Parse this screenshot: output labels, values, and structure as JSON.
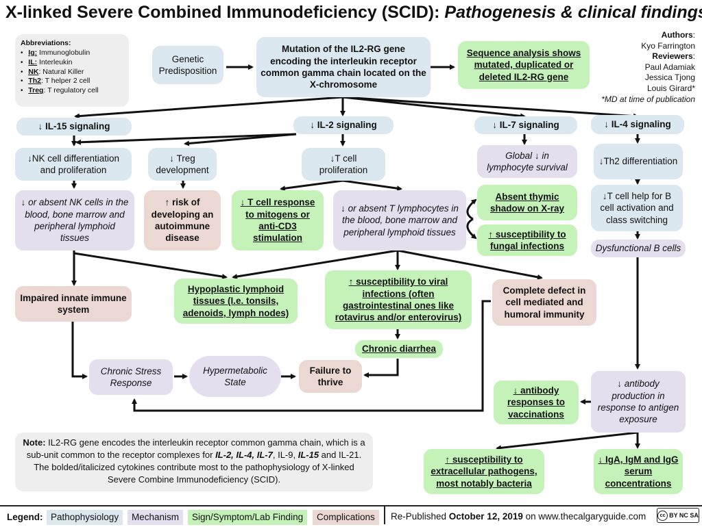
{
  "header": {
    "title_main": "X-linked Severe Combined Immunodeficiency (SCID): ",
    "title_italic": "Pathogenesis & clinical findings"
  },
  "abbreviations": {
    "heading": "Abbreviations:",
    "items": [
      {
        "abbr": "Ig:",
        "text": " Immunoglobulin"
      },
      {
        "abbr": "IL:",
        "text": " Interleukin"
      },
      {
        "abbr": "NK",
        "text": ": Natural Killer"
      },
      {
        "abbr": "Th2",
        "text": ": T helper 2 cell"
      },
      {
        "abbr": "Treg",
        "text": ": T regulatory cell"
      }
    ]
  },
  "authors": {
    "authors_label": "Authors",
    "author": "Kyo Farrington",
    "reviewers_label": "Reviewers",
    "reviewers": [
      "Paul Adamiak",
      "Jessica Tjong",
      "Louis Girard*"
    ],
    "footnote": "*MD at time of publication"
  },
  "nodes": {
    "genetic": "Genetic Predisposition",
    "mutation": "Mutation of the IL2-RG gene encoding the interleukin receptor common gamma chain located on the X-chromosome",
    "sequence": "Sequence analysis shows mutated, duplicated or deleted IL2-RG gene",
    "il15": "↓ IL-15 signaling",
    "il2": "↓ IL-2 signaling",
    "il7": "↓ IL-7 signaling",
    "il4": "↓ IL-4 signaling",
    "nk_diff": "↓NK cell differentiation and proliferation",
    "treg_dev": "↓ Treg development",
    "tcell_prolif": "↓T cell proliferation",
    "global_surv": "Global ↓ in lymphocyte survival",
    "th2_diff": "↓Th2 differentiation",
    "nk_absent": "↓ or absent NK cells in the blood, bone marrow and peripheral lymphoid tissues",
    "autoimmune": "↑ risk of developing an autoimmune disease",
    "tcell_response": "↓ T cell response to mitogens or anti-CD3 stimulation",
    "t_absent": "↓ or absent T lymphocytes in the blood, bone marrow and peripheral lymphoid tissues",
    "thymic": "Absent thymic shadow on X-ray",
    "fungal": "↑ susceptibility to fungal infections",
    "tcell_help": "↓T cell help for B cell activation and class switching",
    "dysfunctional_b": "Dysfunctional B cells",
    "innate": "Impaired innate immune system",
    "hypoplastic": "Hypoplastic lymphoid tissues (I.e. tonsils, adenoids, lymph nodes)",
    "viral": "↑ susceptibility to viral infections (often gastrointestinal ones like rotavirus and/or enterovirus)",
    "complete_defect": "Complete defect in cell mediated and humoral immunity",
    "diarrhea": "Chronic diarrhea",
    "stress": "Chronic Stress Response",
    "hypermetabolic": "Hypermetabolic State",
    "ftt": "Failure to thrive",
    "antibody_resp": "↓ antibody responses to vaccinations",
    "antibody_prod": "↓ antibody production in response to antigen exposure",
    "bacteria": "↑ susceptibility to extracellular pathogens, most notably bacteria",
    "igs": "↓ IgA, IgM and IgG serum concentrations"
  },
  "note": {
    "label": "Note:",
    "text_1": " IL2-RG gene encodes the interleukin receptor common gamma chain, which is a sub-unit common to the receptor complexes for ",
    "il2": "IL-2, IL-4, IL-7",
    "text_2": ", IL-9, ",
    "il15": "IL-15",
    "text_3": " and IL-21. The bolded/italicized cytokines contribute most to the pathophysiology of X-linked Severe Combine Immunodeficiency (SCID)."
  },
  "legend": {
    "label": "Legend:",
    "items": [
      "Pathophysiology",
      "Mechanism",
      "Sign/Symptom/Lab Finding",
      "Complications"
    ],
    "republished_prefix": "Re-Published ",
    "republished_date": "October 12, 2019",
    "republished_suffix": " on www.thecalgaryguide.com",
    "license": "BY NC SA"
  },
  "colors": {
    "pathophysiology": "#dce8f0",
    "mechanism": "#e3dfee",
    "sign_symptom": "#c4f2b8",
    "complications": "#ecd8d3",
    "note_bg": "#eeeeee"
  }
}
